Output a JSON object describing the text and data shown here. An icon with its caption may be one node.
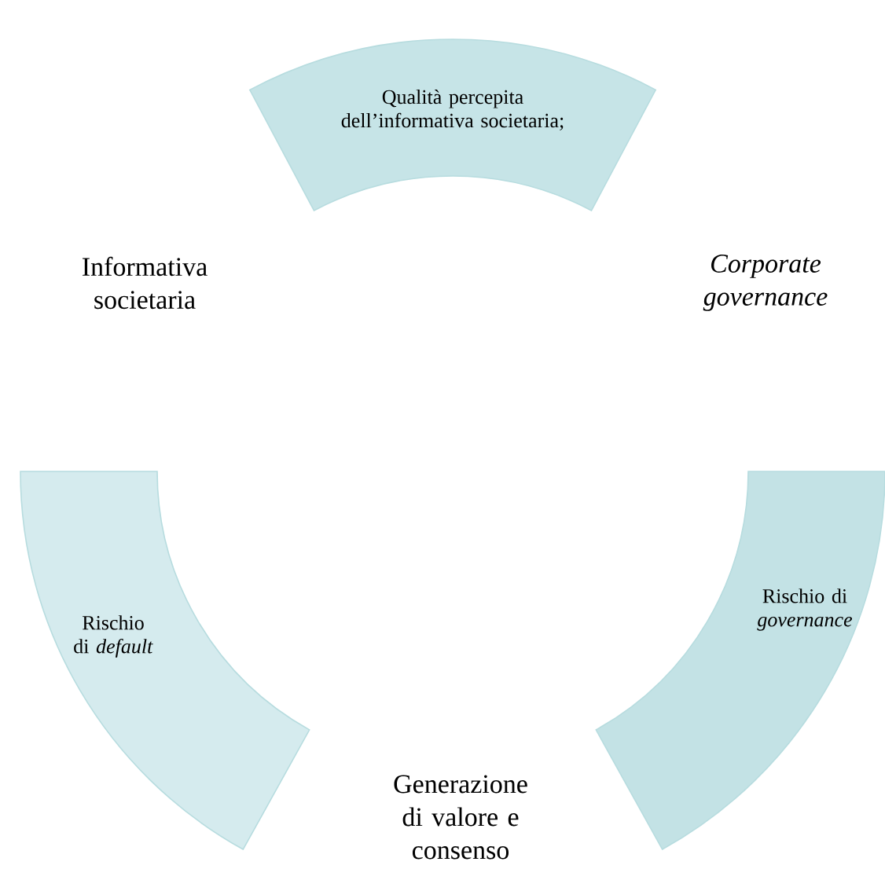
{
  "diagram": {
    "nodes": [
      {
        "text": [
          "Qualità percepita dell’informativa societaria;"
        ]
      },
      {
        "text": [
          "Rischio di *default*"
        ]
      },
      {
        "text": [
          "Rischio di *governance*"
        ]
      }
    ],
    "labels": [
      "Informativa societaria",
      "Corporate governance",
      "Generazione di valore e consenso"
    ]
  }
}
